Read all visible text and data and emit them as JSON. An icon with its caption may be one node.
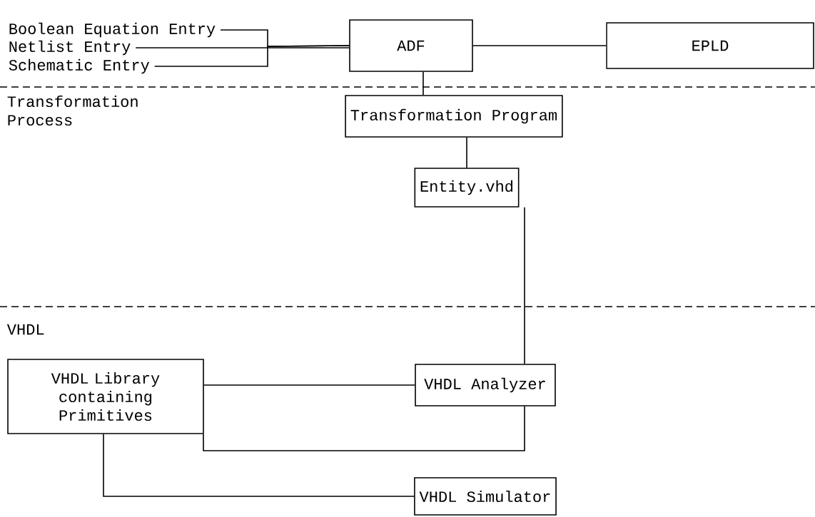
{
  "diagram": {
    "nodes": [
      {
        "text": [
          "Boolean Equation Entry"
        ]
      },
      {
        "text": [
          "Netlist Entry"
        ]
      },
      {
        "text": [
          "Schematic Entry"
        ]
      },
      {
        "text": [
          "ADF"
        ]
      },
      {
        "text": [
          "EPLD"
        ]
      },
      {
        "text": [
          "Transformation Program"
        ]
      },
      {
        "text": [
          "Entity.vhd"
        ]
      },
      {
        "text": [
          "VHDL Library containing Primitives"
        ]
      },
      {
        "text": [
          "VHDL Analyzer"
        ]
      },
      {
        "text": [
          "VHDL Simulator"
        ]
      }
    ],
    "edges": [
      {
        "from": 0,
        "to": 3,
        "arrow": "none"
      },
      {
        "from": 1,
        "to": 3,
        "arrow": "none"
      },
      {
        "from": 2,
        "to": 3,
        "arrow": "none"
      },
      {
        "from": 3,
        "to": 4,
        "arrow": "none"
      },
      {
        "from": 3,
        "to": 5,
        "arrow": "none"
      },
      {
        "from": 5,
        "to": 6,
        "arrow": "none"
      },
      {
        "from": 6,
        "to": 8,
        "arrow": "none"
      },
      {
        "from": 7,
        "to": 8,
        "arrow": "none"
      },
      {
        "from": 7,
        "to": 8,
        "arrow": "none"
      },
      {
        "from": 7,
        "to": 9,
        "arrow": "none"
      }
    ],
    "labels": [
      "Transformation Process",
      "VHDL"
    ]
  }
}
